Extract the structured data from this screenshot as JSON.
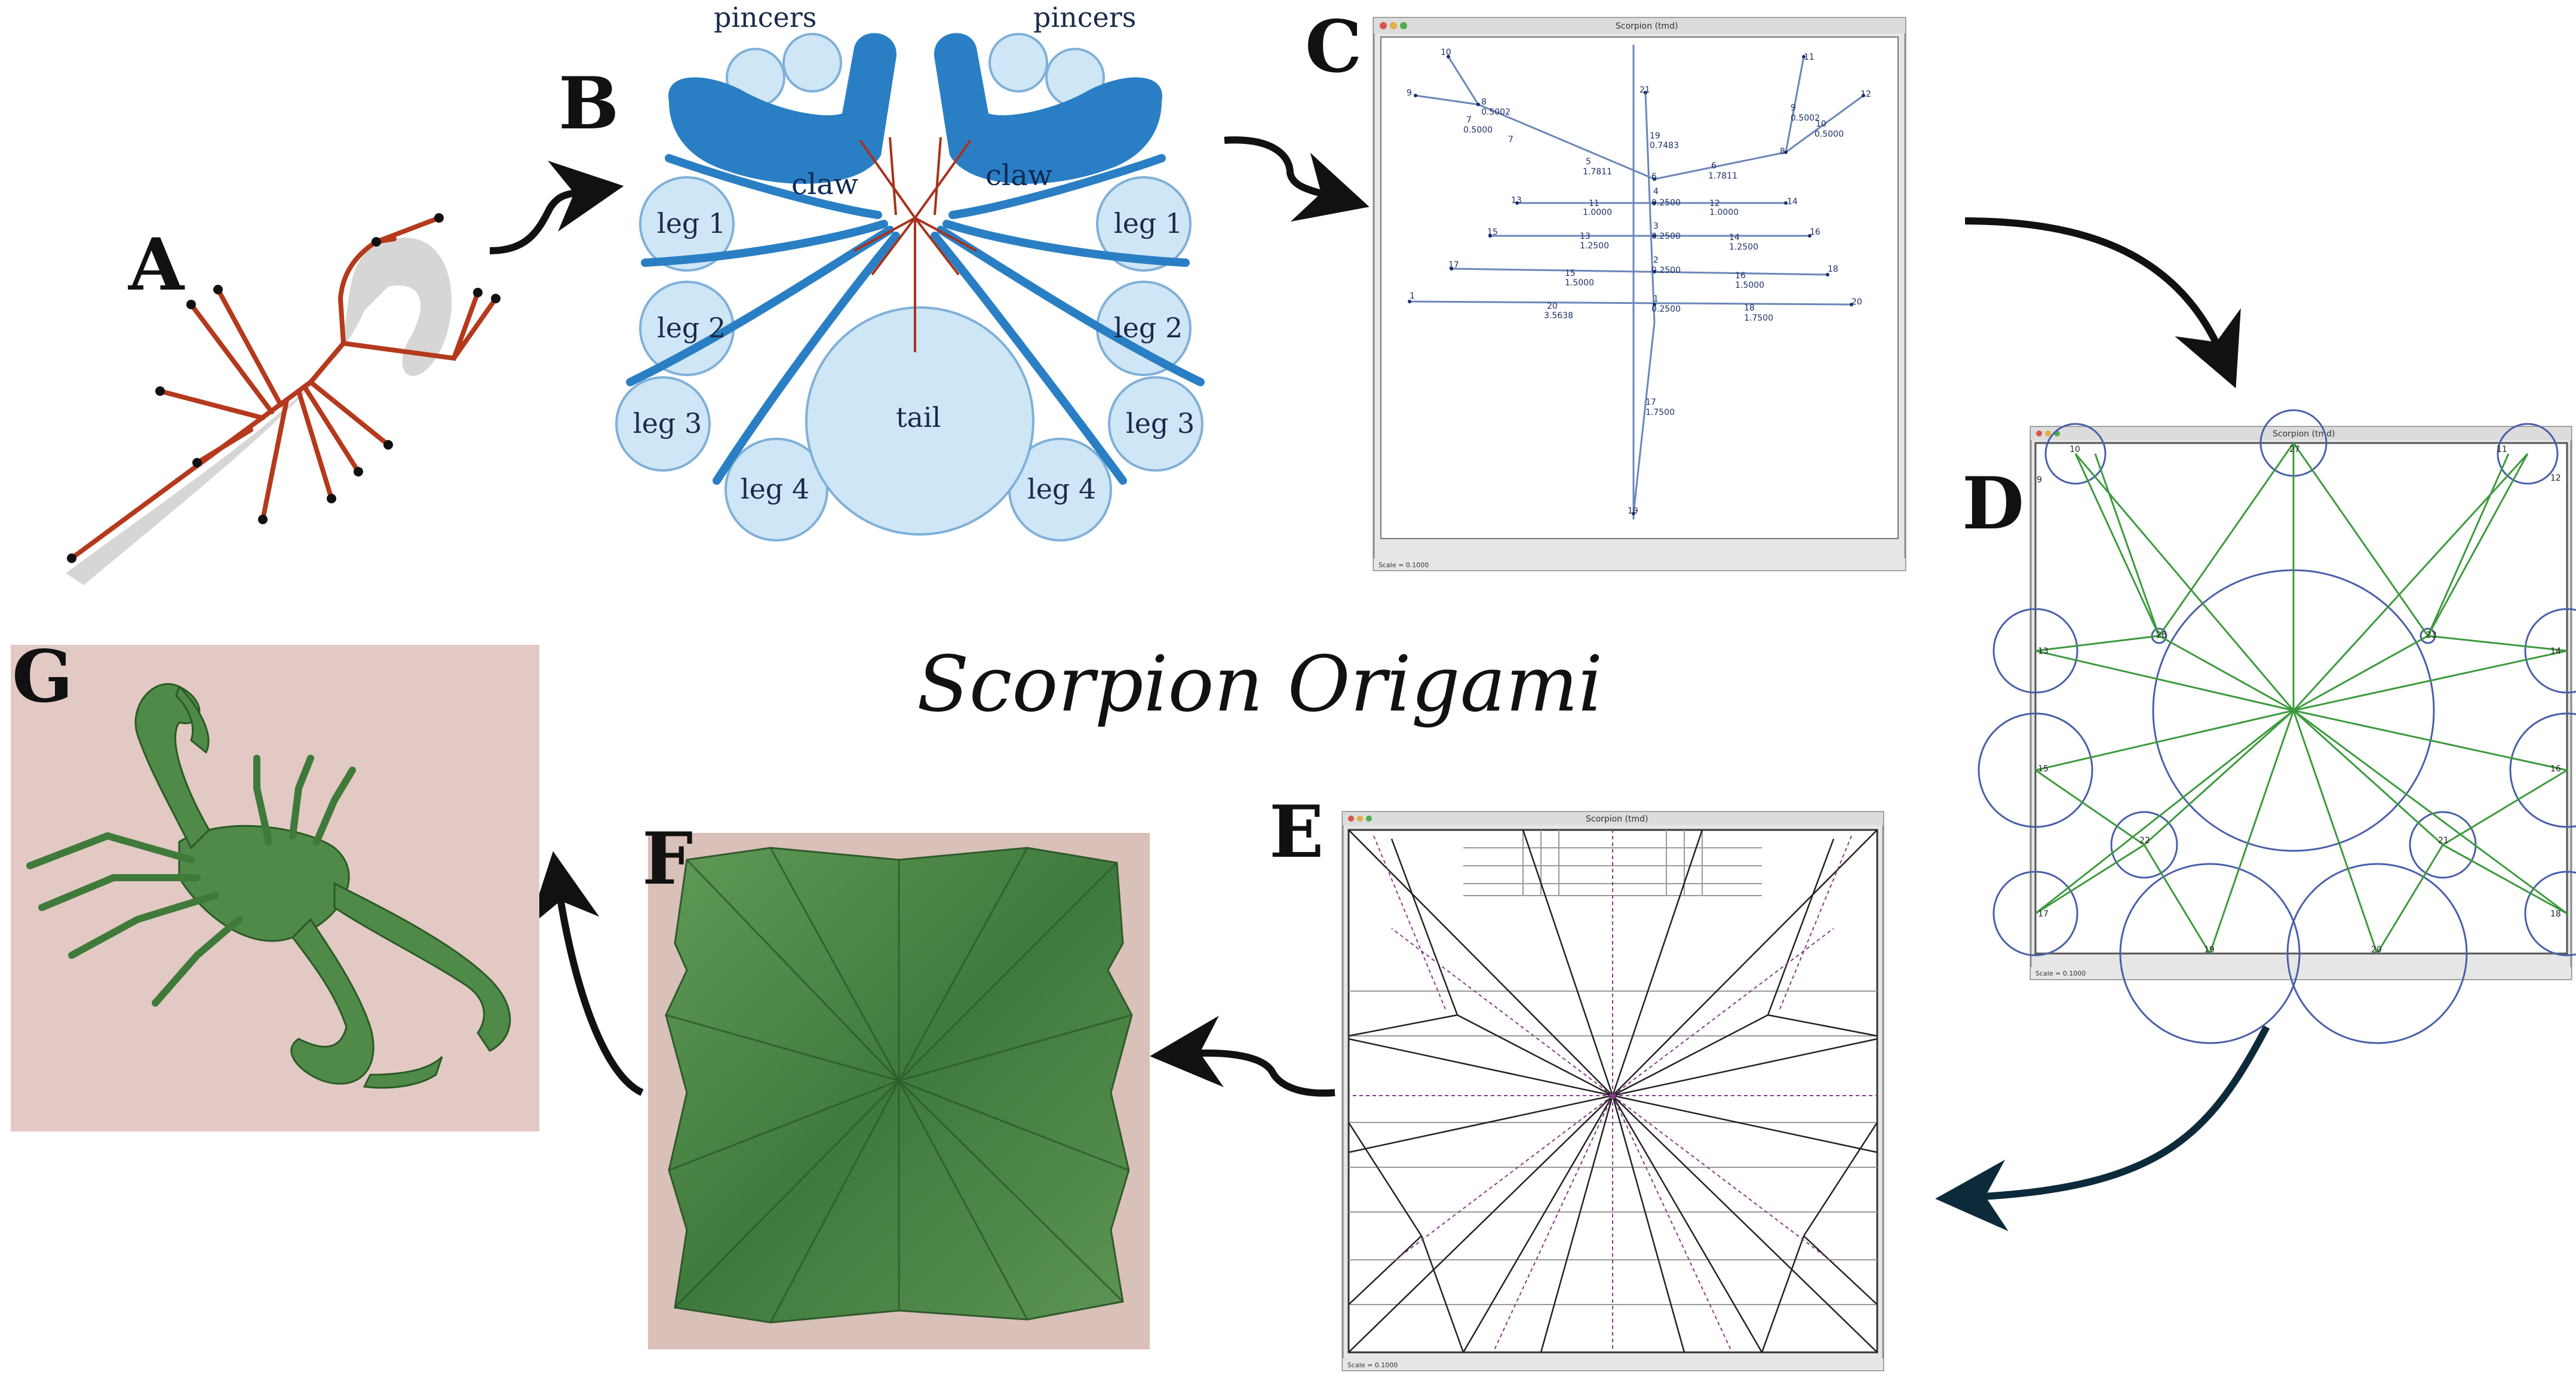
{
  "title": "Scorpion Origami",
  "panels": {
    "a": "A",
    "b": "B",
    "c": "C",
    "d": "D",
    "e": "E",
    "f": "F",
    "g": "G"
  },
  "bubbles": {
    "pincers_left": "pincers",
    "pincers_right": "pincers",
    "claw_left": "claw",
    "claw_right": "claw",
    "leg1_left": "leg 1",
    "leg2_left": "leg 2",
    "leg3_left": "leg 3",
    "leg4_left": "leg 4",
    "leg1_right": "leg 1",
    "leg2_right": "leg 2",
    "leg3_right": "leg 3",
    "leg4_right": "leg 4",
    "tail": "tail"
  },
  "window_c": {
    "title": "Scorpion (tmd)",
    "status": "Scale = 0.1000",
    "labels": [
      {
        "id": "n10",
        "t": "10"
      },
      {
        "id": "n9",
        "t": "9"
      },
      {
        "id": "n8",
        "t": "8"
      },
      {
        "id": "e8",
        "t": "0.5002"
      },
      {
        "id": "n7",
        "t": "7"
      },
      {
        "id": "e7",
        "t": "0.5000"
      },
      {
        "id": "n7b",
        "t": "7"
      },
      {
        "id": "n21",
        "t": "21"
      },
      {
        "id": "n19",
        "t": "19"
      },
      {
        "id": "e19",
        "t": "0.7483"
      },
      {
        "id": "n5",
        "t": "5"
      },
      {
        "id": "e5",
        "t": "1.7811"
      },
      {
        "id": "n6",
        "t": "6"
      },
      {
        "id": "n6b",
        "t": "6"
      },
      {
        "id": "e6",
        "t": "1.7811"
      },
      {
        "id": "n11r",
        "t": "11"
      },
      {
        "id": "n12r",
        "t": "12"
      },
      {
        "id": "n9r",
        "t": "9"
      },
      {
        "id": "e9r",
        "t": "0.5002"
      },
      {
        "id": "n10r",
        "t": "10"
      },
      {
        "id": "e10r",
        "t": "0.5000"
      },
      {
        "id": "n8r",
        "t": "8"
      },
      {
        "id": "n13",
        "t": "13"
      },
      {
        "id": "n11",
        "t": "11"
      },
      {
        "id": "e11",
        "t": "1.0000"
      },
      {
        "id": "n4",
        "t": "4"
      },
      {
        "id": "e4",
        "t": "0.2500"
      },
      {
        "id": "n12",
        "t": "12"
      },
      {
        "id": "e12",
        "t": "1.0000"
      },
      {
        "id": "n14",
        "t": "14"
      },
      {
        "id": "n15",
        "t": "15"
      },
      {
        "id": "n13b",
        "t": "13"
      },
      {
        "id": "e13",
        "t": "1.2500"
      },
      {
        "id": "n3",
        "t": "3"
      },
      {
        "id": "e3",
        "t": "0.2500"
      },
      {
        "id": "n14b",
        "t": "14"
      },
      {
        "id": "e14",
        "t": "1.2500"
      },
      {
        "id": "n16",
        "t": "16"
      },
      {
        "id": "n17",
        "t": "17"
      },
      {
        "id": "n15b",
        "t": "15"
      },
      {
        "id": "e15",
        "t": "1.5000"
      },
      {
        "id": "n2",
        "t": "2"
      },
      {
        "id": "e2",
        "t": "0.2500"
      },
      {
        "id": "n16b",
        "t": "16"
      },
      {
        "id": "e16",
        "t": "1.5000"
      },
      {
        "id": "n18",
        "t": "18"
      },
      {
        "id": "n1",
        "t": "1"
      },
      {
        "id": "n20",
        "t": "20"
      },
      {
        "id": "e20",
        "t": "3.5638"
      },
      {
        "id": "n1b",
        "t": "1"
      },
      {
        "id": "e1",
        "t": "0.2500"
      },
      {
        "id": "n18b",
        "t": "18"
      },
      {
        "id": "e18",
        "t": "1.7500"
      },
      {
        "id": "n20r",
        "t": "20"
      },
      {
        "id": "n17b",
        "t": "17"
      },
      {
        "id": "e17",
        "t": "1.7500"
      },
      {
        "id": "n19b",
        "t": "19"
      }
    ]
  },
  "window_d": {
    "title": "Scorpion (tmd)",
    "status": "Scale = 0.1000",
    "labels": [
      {
        "id": "d10",
        "t": "10"
      },
      {
        "id": "d27",
        "t": "27"
      },
      {
        "id": "d11",
        "t": "11"
      },
      {
        "id": "d9",
        "t": "9"
      },
      {
        "id": "d12",
        "t": "12"
      },
      {
        "id": "d13",
        "t": "13"
      },
      {
        "id": "d14",
        "t": "14"
      },
      {
        "id": "d15",
        "t": "15"
      },
      {
        "id": "d16",
        "t": "16"
      },
      {
        "id": "d17",
        "t": "17"
      },
      {
        "id": "d18",
        "t": "18"
      },
      {
        "id": "d19",
        "t": "19"
      },
      {
        "id": "d20",
        "t": "20"
      },
      {
        "id": "d21",
        "t": "21"
      },
      {
        "id": "d22",
        "t": "22"
      },
      {
        "id": "d23",
        "t": "23"
      },
      {
        "id": "d26",
        "t": "26"
      }
    ]
  },
  "window_e": {
    "title": "Scorpion (tmd)",
    "status": "Scale = 0.1000"
  },
  "colors": {
    "stick": "#b5391c",
    "bubble_fill": "#cfe6f7",
    "bubble_stroke": "#7fb0d8",
    "claw_blue": "#2a7fc4",
    "tree_line": "#6b86b8",
    "circle_blue": "#4a5fa8",
    "crease_green": "#3c9a3c",
    "paper_green": "#4f8a48",
    "photo_bg": "#d9c0b8"
  }
}
